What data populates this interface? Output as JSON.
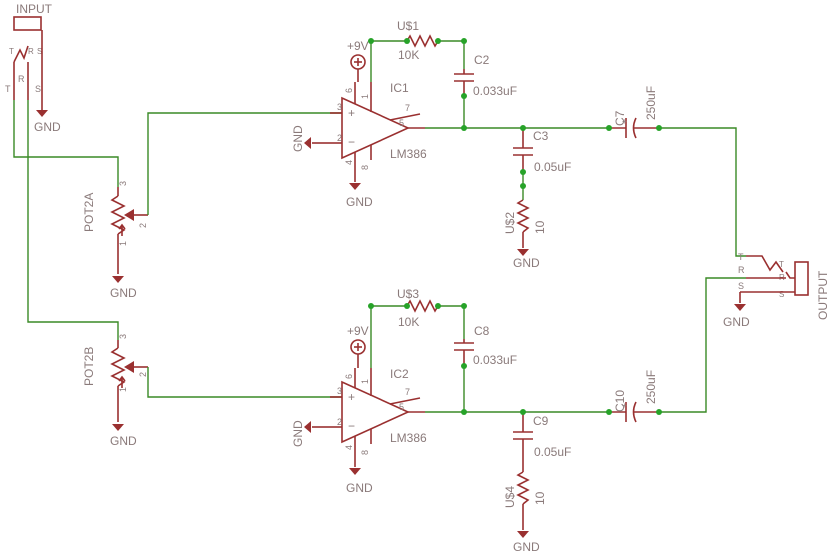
{
  "input_jack": {
    "label": "INPUT",
    "pin_t": "T",
    "pin_r": "R",
    "pin_s": "S"
  },
  "output_jack": {
    "label": "OUTPUT",
    "pin_t": "T",
    "pin_r": "R",
    "pin_s": "S"
  },
  "gnd": "GND",
  "vcc": "+9V",
  "pot_a": {
    "name": "POT2A",
    "pin1": "1",
    "pin2": "2",
    "pin3": "3"
  },
  "pot_b": {
    "name": "POT2B",
    "pin1": "1",
    "pin2": "2",
    "pin3": "3"
  },
  "ic1": {
    "name": "IC1",
    "part": "LM386"
  },
  "ic2": {
    "name": "IC2",
    "part": "LM386"
  },
  "ic_pins": {
    "p1": "1",
    "p2": "2",
    "p3": "3",
    "p4": "4",
    "p5": "5",
    "p6": "6",
    "p7": "7",
    "p8": "8"
  },
  "r_feedback_1": {
    "name": "U$1",
    "value": "10K"
  },
  "r_feedback_2": {
    "name": "U$3",
    "value": "10K"
  },
  "r_zobel_1": {
    "name": "U$2",
    "value": "10"
  },
  "r_zobel_2": {
    "name": "U$4",
    "value": "10"
  },
  "c2": {
    "name": "C2",
    "value": "0.033uF"
  },
  "c8": {
    "name": "C8",
    "value": "0.033uF"
  },
  "c3": {
    "name": "C3",
    "value": "0.05uF"
  },
  "c9": {
    "name": "C9",
    "value": "0.05uF"
  },
  "c7": {
    "name": "C7",
    "value": "250uF"
  },
  "c10": {
    "name": "C10",
    "value": "250uF"
  },
  "plus": "+",
  "minus": "−"
}
